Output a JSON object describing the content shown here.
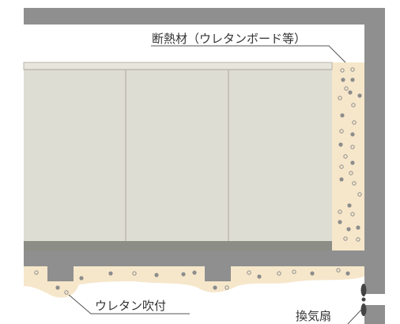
{
  "labels": {
    "insulation": "断熱材（ウレタンボード等）",
    "urethane_spray": "ウレタン吹付",
    "ventilation_fan": "換気扇"
  },
  "colors": {
    "concrete": "#8f8f8f",
    "panel": "#deddd3",
    "panel_bottom": "#8c8d86",
    "insulation": "#f6e7cb",
    "bead": "#8c8c8c",
    "leader": "#555555",
    "fan": "#444444"
  }
}
